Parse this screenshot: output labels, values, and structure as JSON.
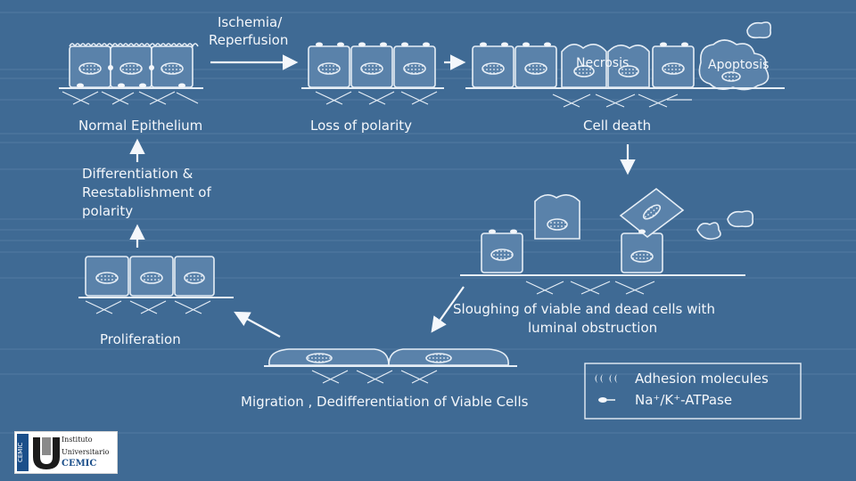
{
  "labels": {
    "ischemia": "Ischemia/",
    "reperfusion": "Reperfusion",
    "normal_epithelium": "Normal Epithelium",
    "loss_of_polarity": "Loss of polarity",
    "cell_death": "Cell death",
    "necrosis": "Necrosis",
    "apoptosis": "Apoptosis",
    "differentiation_line1": "Differentiation &",
    "differentiation_line2": "Reestablishment of",
    "differentiation_line3": "polarity",
    "proliferation": "Proliferation",
    "sloughing_line1": "Sloughing of viable and dead cells with",
    "sloughing_line2": "luminal obstruction",
    "migration": "Migration , Dedifferentiation of Viable Cells"
  },
  "legend": {
    "adhesion_label": "Adhesion molecules",
    "atpase_label": "Na⁺/K⁺-ATPase"
  },
  "logo": {
    "line1": "Instituto",
    "line2": "Universitario",
    "line3": "CEMIC",
    "side_text": "CEMIC"
  },
  "colors": {
    "background": "#3f6a94",
    "cell_fill": "#5a82aa",
    "cell_stroke": "#e6eef6",
    "text": "#f4f7fb"
  }
}
